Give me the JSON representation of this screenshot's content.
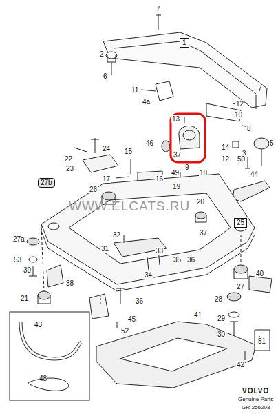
{
  "diagram": {
    "nodes": [
      {
        "text": [
          "1"
        ]
      },
      {
        "text": [
          "27b"
        ]
      },
      {
        "text": [
          "25"
        ]
      }
    ],
    "labels": [
      "7",
      "2",
      "6",
      "11",
      "4a",
      "7",
      "13",
      "12",
      "10",
      "8",
      "46",
      "37",
      "14",
      "3",
      "5",
      "9",
      "12",
      "50",
      "24",
      "22",
      "23",
      "15",
      "17",
      "16",
      "49",
      "18",
      "19",
      "44",
      "26",
      "20",
      "37",
      "27a",
      "32",
      "31",
      "53",
      "33",
      "35",
      "36",
      "39",
      "34",
      "38",
      "27",
      "40",
      "21",
      "36",
      "28",
      "29",
      "45",
      "43",
      "41",
      "52",
      "30",
      "51",
      "48",
      "42",
      "WWW.ELCATS.RU",
      "VOLVO",
      "Genuine Parts",
      "GR-256203"
    ]
  }
}
